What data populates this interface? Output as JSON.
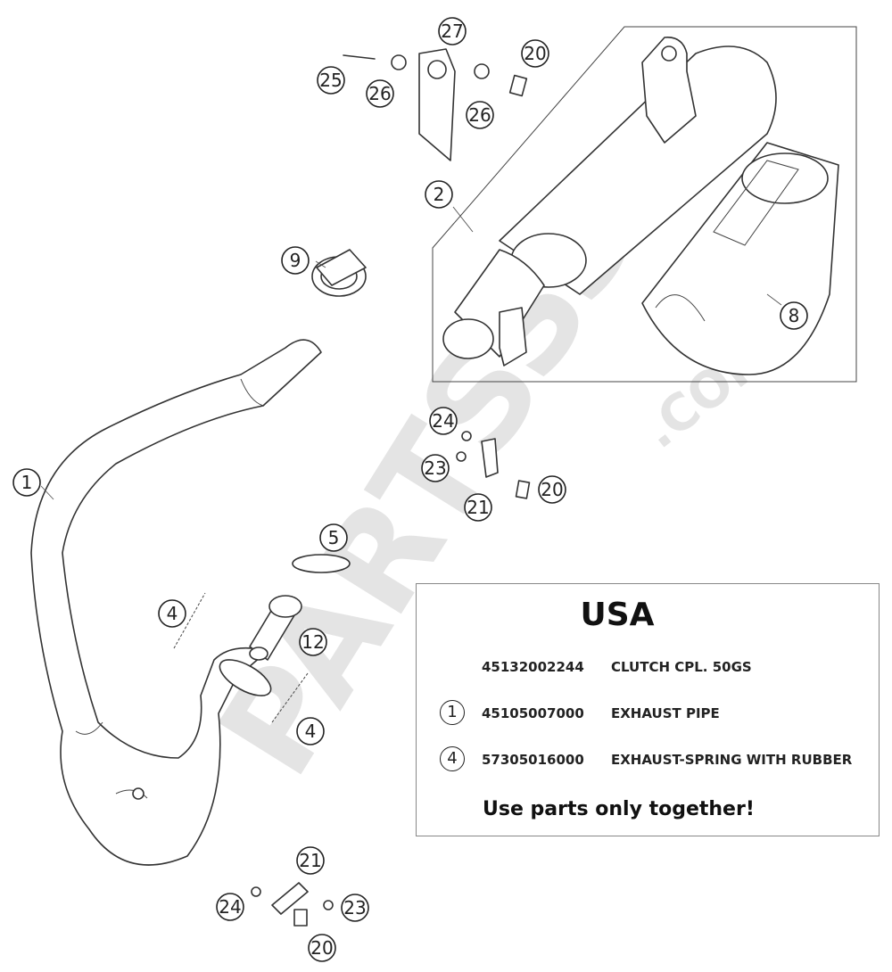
{
  "watermark": {
    "brand": "PARTSSS",
    "suffix": ".COM"
  },
  "callouts": [
    {
      "id": "c1",
      "label": "1"
    },
    {
      "id": "c2",
      "label": "2"
    },
    {
      "id": "c4a",
      "label": "4"
    },
    {
      "id": "c4b",
      "label": "4"
    },
    {
      "id": "c5",
      "label": "5"
    },
    {
      "id": "c8",
      "label": "8"
    },
    {
      "id": "c9",
      "label": "9"
    },
    {
      "id": "c12",
      "label": "12"
    },
    {
      "id": "c20a",
      "label": "20"
    },
    {
      "id": "c20b",
      "label": "20"
    },
    {
      "id": "c20c",
      "label": "20"
    },
    {
      "id": "c21a",
      "label": "21"
    },
    {
      "id": "c21b",
      "label": "21"
    },
    {
      "id": "c23a",
      "label": "23"
    },
    {
      "id": "c23b",
      "label": "23"
    },
    {
      "id": "c24a",
      "label": "24"
    },
    {
      "id": "c24b",
      "label": "24"
    },
    {
      "id": "c25",
      "label": "25"
    },
    {
      "id": "c26a",
      "label": "26"
    },
    {
      "id": "c26b",
      "label": "26"
    },
    {
      "id": "c27",
      "label": "27"
    }
  ],
  "usa_box": {
    "title": "USA",
    "rows": [
      {
        "marker": "",
        "part_number": "45132002244",
        "description": "CLUTCH CPL. 50GS"
      },
      {
        "marker": "1",
        "part_number": "45105007000",
        "description": "EXHAUST PIPE"
      },
      {
        "marker": "4",
        "part_number": "57305016000",
        "description": "EXHAUST-SPRING WITH RUBBER"
      }
    ],
    "note": "Use parts only together!"
  }
}
